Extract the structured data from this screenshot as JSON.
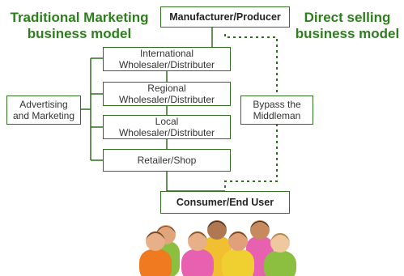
{
  "titles": {
    "left": "Traditional Marketing business model",
    "right": "Direct selling business model"
  },
  "nodes": {
    "manufacturer": "Manufacturer/Producer",
    "international": "International\nWholesaler/Distributer",
    "regional": "Regional\nWholesaler/Distributer",
    "local": "Local\nWholesaler/Distributer",
    "retailer": "Retailer/Shop",
    "consumer": "Consumer/End User",
    "advertising": "Advertising\nand Marketing",
    "bypass": "Bypass the\nMiddleman"
  },
  "colors": {
    "title": "#2e7d1e",
    "border": "#2e6e1e",
    "line": "#2e6e1e"
  },
  "illustration": "group-of-people-icon"
}
